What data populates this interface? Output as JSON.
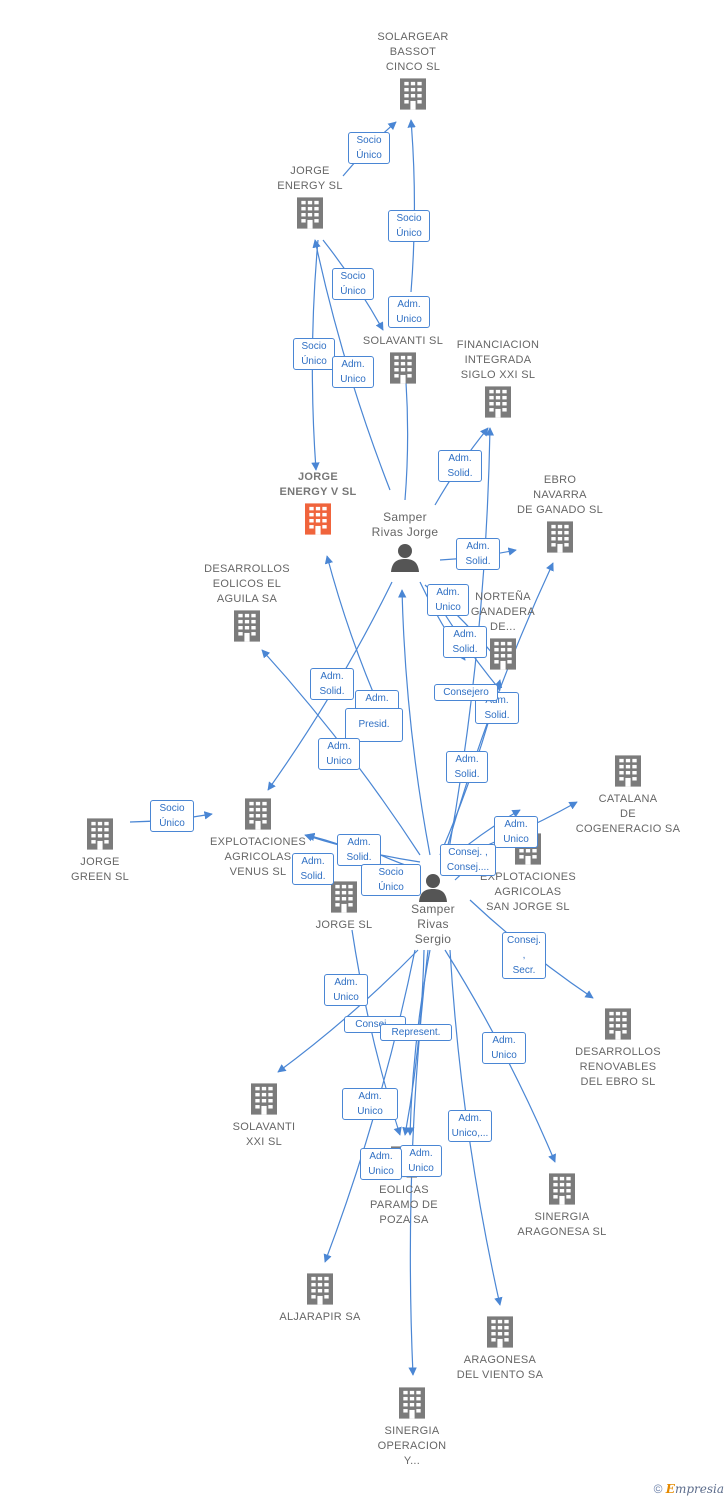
{
  "colors": {
    "edge": "#4a86d4",
    "company": "#7b7b7b",
    "focus": "#f0643c",
    "person": "#555555"
  },
  "companies": [
    {
      "id": "solargear",
      "name": "SOLARGEAR\nBASSOT\nCINCO SL"
    },
    {
      "id": "jorge_energy_sl",
      "name": "JORGE\nENERGY SL"
    },
    {
      "id": "solavanti_sl",
      "name": "SOLAVANTI SL"
    },
    {
      "id": "financiacion",
      "name": "FINANCIACION\nINTEGRADA\nSIGLO XXI  SL"
    },
    {
      "id": "jorge_energy_v",
      "name": "JORGE\nENERGY V  SL",
      "focus": true
    },
    {
      "id": "ebro_navarra",
      "name": "EBRO\nNAVARRA\nDE GANADO SL"
    },
    {
      "id": "desarrollos_eolicos",
      "name": "DESARROLLOS\nEOLICOS EL\nAGUILA SA"
    },
    {
      "id": "nortena",
      "name": "NORTEÑA\nGANADERA\nDE..."
    },
    {
      "id": "catalana",
      "name": "CATALANA\nDE\nCOGENERACIO SA"
    },
    {
      "id": "jorge_green",
      "name": "JORGE\nGREEN  SL"
    },
    {
      "id": "explot_venus",
      "name": "EXPLOTACIONES\nAGRICOLAS\nVENUS  SL"
    },
    {
      "id": "explot_sanjorge",
      "name": "EXPLOTACIONES\nAGRICOLAS\nSAN JORGE SL"
    },
    {
      "id": "jorge_sl",
      "name": "JORGE SL"
    },
    {
      "id": "desarrollos_renov",
      "name": "DESARROLLOS\nRENOVABLES\nDEL EBRO SL"
    },
    {
      "id": "solavanti_xxi",
      "name": "SOLAVANTI\nXXI SL"
    },
    {
      "id": "eolicas_paramo",
      "name": "EOLICAS\nPARAMO DE\nPOZA SA"
    },
    {
      "id": "sinergia_aragonesa",
      "name": "SINERGIA\nARAGONESA SL"
    },
    {
      "id": "aljarapir",
      "name": "ALJARAPIR SA"
    },
    {
      "id": "aragonesa_viento",
      "name": "ARAGONESA\nDEL VIENTO SA"
    },
    {
      "id": "sinergia_operacion",
      "name": "SINERGIA\nOPERACION\nY..."
    }
  ],
  "persons": [
    {
      "id": "samper_jorge",
      "name": "Samper\nRivas Jorge"
    },
    {
      "id": "samper_sergio",
      "name": "Samper\nRivas\nSergio"
    }
  ],
  "edge_labels": [
    "Socio\nÚnico",
    "Socio\nÚnico",
    "Socio\nÚnico",
    "Adm.\nUnico",
    "Socio\nÚnico",
    "Adm.\nUnico",
    "Adm.\nSolid.",
    "Adm.\nSolid.",
    "Adm.\nSolid.",
    "Adm.\nUnico",
    "Adm.\nSolid.",
    "Adm.\nSolid.",
    "Adm.\nUnico",
    "Presid.",
    "Adm.\nUnico",
    "Consejero",
    "Adm.\nSolid.",
    "Adm.\nSolid.",
    "Adm.\nUnico",
    "Socio\nÚnico",
    "Adm.\nSolid.",
    "Socio\nÚnico",
    "Consej. ,\nConsej....",
    "Consej. ,\nSecr.",
    "Adm.\nUnico",
    "Adm.\nUnico",
    "Consej...",
    "Represent.",
    "Adm.\nUnico",
    "Adm.\nUnico,...",
    "Adm.\nUnico",
    "Adm.\nUnico"
  ],
  "credit": {
    "symbol": "©",
    "brand_initial": "E",
    "brand_rest": "mpresia"
  }
}
